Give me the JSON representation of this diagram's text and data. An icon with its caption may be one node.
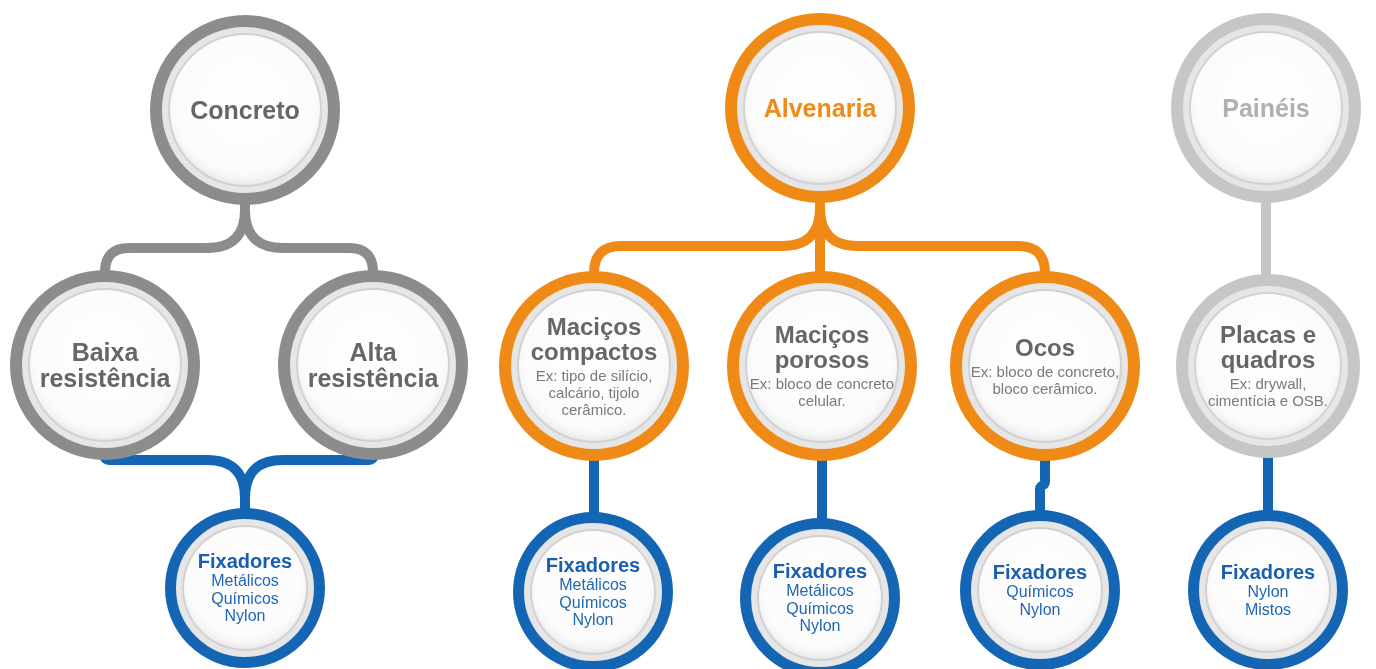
{
  "diagram": {
    "nodes": [
      {
        "text": [
          "Concreto"
        ]
      },
      {
        "text": [
          "Baixa resistência"
        ]
      },
      {
        "text": [
          "Alta resistência"
        ]
      },
      {
        "text": [
          "Fixadores",
          "Metálicos",
          "Químicos",
          "Nylon"
        ]
      },
      {
        "text": [
          "Alvenaria"
        ]
      },
      {
        "text": [
          "Maciços compactos",
          "Ex: tipo de silício, calcário, tijolo cerâmico."
        ]
      },
      {
        "text": [
          "Maciços porosos",
          "Ex: bloco de concreto celular."
        ]
      },
      {
        "text": [
          "Ocos",
          "Ex: bloco de concreto, bloco cerâmico."
        ]
      },
      {
        "text": [
          "Fixadores",
          "Metálicos",
          "Químicos",
          "Nylon"
        ]
      },
      {
        "text": [
          "Fixadores",
          "Metálicos",
          "Químicos",
          "Nylon"
        ]
      },
      {
        "text": [
          "Fixadores",
          "Químicos",
          "Nylon"
        ]
      },
      {
        "text": [
          "Painéis"
        ]
      },
      {
        "text": [
          "Placas e quadros",
          "Ex: drywall, cimentícia e OSB."
        ]
      },
      {
        "text": [
          "Fixadores",
          "Nylon",
          "Mistos"
        ]
      }
    ],
    "edges": [
      {
        "from": 0,
        "to": 1,
        "arrow": "none",
        "color": "#8c8c8c"
      },
      {
        "from": 0,
        "to": 2,
        "arrow": "none",
        "color": "#8c8c8c"
      },
      {
        "from": 1,
        "to": 3,
        "arrow": "none"
      },
      {
        "from": 2,
        "to": 3,
        "arrow": "none"
      },
      {
        "from": 4,
        "to": 5,
        "arrow": "none",
        "color": "#ef8a17"
      },
      {
        "from": 4,
        "to": 6,
        "arrow": "none",
        "color": "#ef8a17"
      },
      {
        "from": 4,
        "to": 7,
        "arrow": "none",
        "color": "#ef8a17"
      },
      {
        "from": 5,
        "to": 8,
        "arrow": "none"
      },
      {
        "from": 6,
        "to": 9,
        "arrow": "none"
      },
      {
        "from": 7,
        "to": 10,
        "arrow": "none"
      },
      {
        "from": 11,
        "to": 12,
        "arrow": "none",
        "color": "#c6c6c6"
      },
      {
        "from": 12,
        "to": 13,
        "arrow": "none"
      }
    ]
  }
}
